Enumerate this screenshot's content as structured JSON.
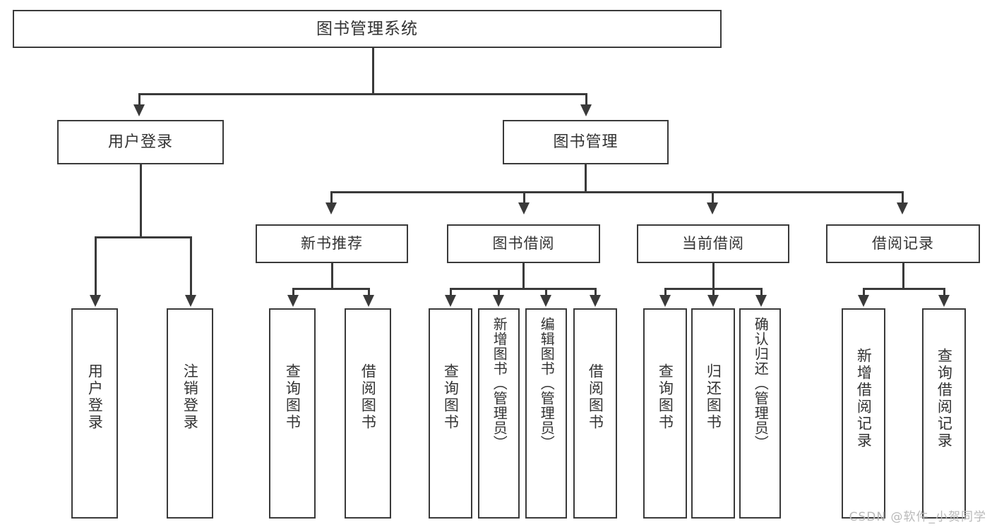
{
  "diagram": {
    "title": "图书管理系统",
    "type": "tree",
    "watermark": "CSDN @软件_小贺同学",
    "colors": {
      "box_border": "#3a3a3a",
      "line": "#3a3a3a",
      "text": "#333333",
      "background": "#ffffff",
      "watermark": "#b9b9b9"
    },
    "nodes": {
      "root": {
        "label": "图书管理系统"
      },
      "level2": [
        {
          "label": "用户登录"
        },
        {
          "label": "图书管理"
        }
      ],
      "level3": [
        {
          "label": "新书推荐"
        },
        {
          "label": "图书借阅"
        },
        {
          "label": "当前借阅"
        },
        {
          "label": "借阅记录"
        }
      ],
      "leaves": {
        "user_login": [
          {
            "label": "用户登录"
          },
          {
            "label": "注销登录"
          }
        ],
        "new_book_recommend": [
          {
            "label": "查询图书"
          },
          {
            "label": "借阅图书"
          }
        ],
        "book_borrow": [
          {
            "label": "查询图书"
          },
          {
            "label": "新增图书（管理员）"
          },
          {
            "label": "编辑图书（管理员）"
          },
          {
            "label": "借阅图书"
          }
        ],
        "current_borrow": [
          {
            "label": "查询图书"
          },
          {
            "label": "归还图书"
          },
          {
            "label": "确认归还（管理员）"
          }
        ],
        "borrow_record": [
          {
            "label": "新增借阅记录"
          },
          {
            "label": "查询借阅记录"
          }
        ]
      }
    }
  }
}
